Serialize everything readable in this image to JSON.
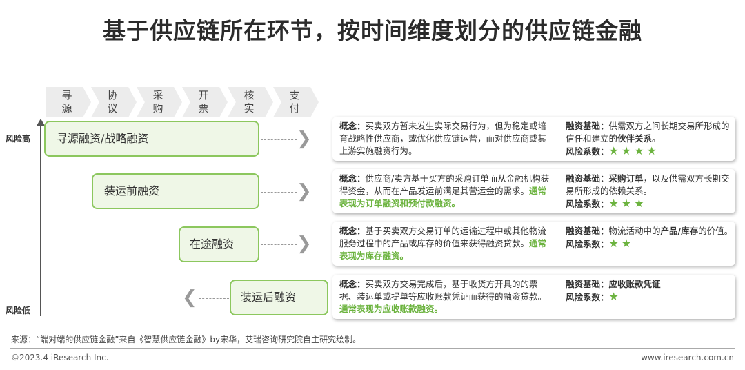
{
  "title": "基于供应链所在环节，按时间维度划分的供应链金融",
  "stages": [
    "寻\n源",
    "协\n议",
    "采\n购",
    "开\n票",
    "核\n实",
    "支\n付"
  ],
  "axis": {
    "high": "风险高",
    "low": "风险低"
  },
  "labels": {
    "concept": "概念：",
    "basis": "融资基础：",
    "coef": "风险系数："
  },
  "rows": [
    {
      "name": "寻源融资/战略融资",
      "concept": "买卖双方暂未发生实际交易行为，但为稳定或培育战略性供应商，或优化供应链运营，而对供应商或其上游实施融资行为。",
      "concept_note": "",
      "basis_pre": "供需双方之间长期交易所形成的信任和建立的",
      "basis_bold": "伙伴关系",
      "basis_post": "。",
      "stars": "★★★★"
    },
    {
      "name": "装运前融资",
      "concept": "供应商/卖方基于买方的采购订单而从金融机构获得资金，从而在产品发运前满足其营运金的需求。",
      "concept_note": "通常表现为订单融资和预付款融资。",
      "basis_pre": "",
      "basis_bold": "采购订单",
      "basis_post": "，以及供需双方长期交易所形成的依赖关系。",
      "stars": "★★★"
    },
    {
      "name": "在途融资",
      "concept": "基于买卖双方交易订单的运输过程中或其他物流服务过程中的产品或库存的价值来获得融资贷款。",
      "concept_note": "通常表现为库存融资。",
      "basis_pre": "物流活动中的",
      "basis_bold": "产品/库存",
      "basis_post": "的价值。",
      "stars": "★★"
    },
    {
      "name": "装运后融资",
      "concept": "买卖双方交易完成后，基于收货方开具的的票据、装运单或提单等应收账款凭证而获得的融资贷款。",
      "concept_note": "通常表现为应收账款融资。",
      "basis_pre": "",
      "basis_bold": "应收账款凭证",
      "basis_post": "",
      "stars": "★"
    }
  ],
  "source": "来源：“端对端的供应链金融”来自《智慧供应链金融》by宋华，艾瑞咨询研究院自主研究绘制。",
  "footer_left": "©2023.4 iResearch Inc.",
  "footer_right": "www.iresearch.com.cn",
  "colors": {
    "accent": "#6cb33f",
    "box_border": "#8cc75e",
    "box_fill": "#eff7e7"
  }
}
